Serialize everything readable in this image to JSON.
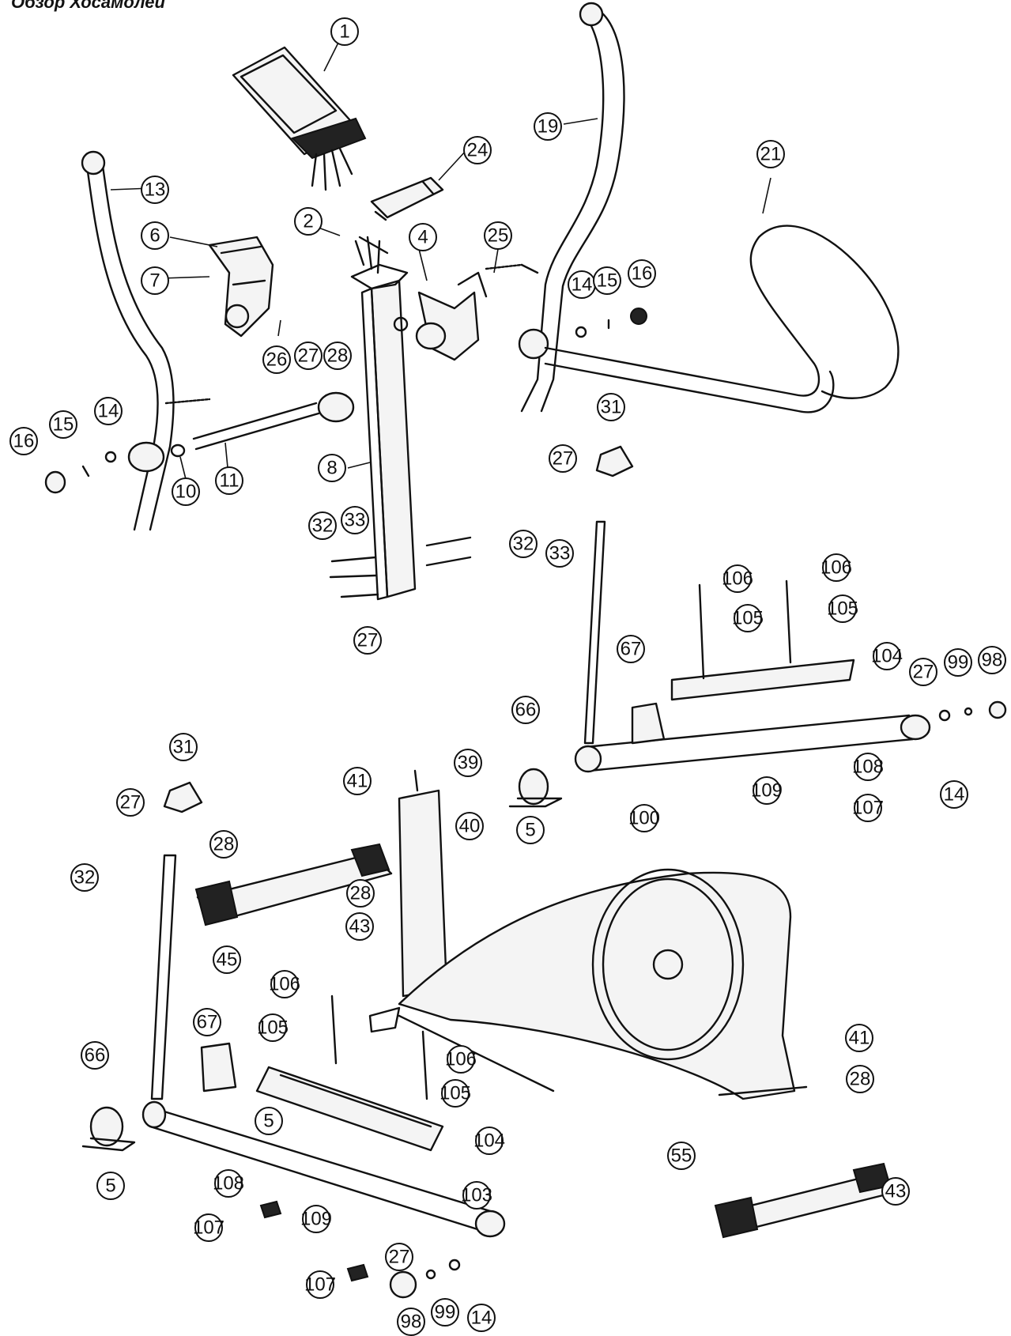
{
  "header": {
    "title": "Обзор Хосамолей"
  },
  "callouts": [
    {
      "key": "c1",
      "label": "1"
    },
    {
      "key": "c2",
      "label": "2"
    },
    {
      "key": "c4",
      "label": "4"
    },
    {
      "key": "c6",
      "label": "6"
    },
    {
      "key": "c7",
      "label": "7"
    },
    {
      "key": "c8",
      "label": "8"
    },
    {
      "key": "c10",
      "label": "10"
    },
    {
      "key": "c11",
      "label": "11"
    },
    {
      "key": "c13",
      "label": "13"
    },
    {
      "key": "c14a",
      "label": "14"
    },
    {
      "key": "c14b",
      "label": "14"
    },
    {
      "key": "c14c",
      "label": "14"
    },
    {
      "key": "c14d",
      "label": "14"
    },
    {
      "key": "c15a",
      "label": "15"
    },
    {
      "key": "c15b",
      "label": "15"
    },
    {
      "key": "c16a",
      "label": "16"
    },
    {
      "key": "c16b",
      "label": "16"
    },
    {
      "key": "c19",
      "label": "19"
    },
    {
      "key": "c21",
      "label": "21"
    },
    {
      "key": "c24",
      "label": "24"
    },
    {
      "key": "c25",
      "label": "25"
    },
    {
      "key": "c26",
      "label": "26"
    },
    {
      "key": "c27a",
      "label": "27"
    },
    {
      "key": "c27b",
      "label": "27"
    },
    {
      "key": "c27c",
      "label": "27"
    },
    {
      "key": "c27d",
      "label": "27"
    },
    {
      "key": "c27e",
      "label": "27"
    },
    {
      "key": "c27f",
      "label": "27"
    },
    {
      "key": "c28a",
      "label": "28"
    },
    {
      "key": "c28b",
      "label": "28"
    },
    {
      "key": "c28c",
      "label": "28"
    },
    {
      "key": "c28d",
      "label": "28"
    },
    {
      "key": "c31a",
      "label": "31"
    },
    {
      "key": "c31b",
      "label": "31"
    },
    {
      "key": "c32a",
      "label": "32"
    },
    {
      "key": "c32b",
      "label": "32"
    },
    {
      "key": "c32c",
      "label": "32"
    },
    {
      "key": "c33a",
      "label": "33"
    },
    {
      "key": "c33b",
      "label": "33"
    },
    {
      "key": "c39",
      "label": "39"
    },
    {
      "key": "c40",
      "label": "40"
    },
    {
      "key": "c41a",
      "label": "41"
    },
    {
      "key": "c41b",
      "label": "41"
    },
    {
      "key": "c43a",
      "label": "43"
    },
    {
      "key": "c43b",
      "label": "43"
    },
    {
      "key": "c45",
      "label": "45"
    },
    {
      "key": "c55",
      "label": "55"
    },
    {
      "key": "c5a",
      "label": "5"
    },
    {
      "key": "c5b",
      "label": "5"
    },
    {
      "key": "c5c",
      "label": "5"
    },
    {
      "key": "c66a",
      "label": "66"
    },
    {
      "key": "c66b",
      "label": "66"
    },
    {
      "key": "c67a",
      "label": "67"
    },
    {
      "key": "c67b",
      "label": "67"
    },
    {
      "key": "c98a",
      "label": "98"
    },
    {
      "key": "c98b",
      "label": "98"
    },
    {
      "key": "c99a",
      "label": "99"
    },
    {
      "key": "c99b",
      "label": "99"
    },
    {
      "key": "c100",
      "label": "100"
    },
    {
      "key": "c103",
      "label": "103"
    },
    {
      "key": "c104a",
      "label": "104"
    },
    {
      "key": "c104b",
      "label": "104"
    },
    {
      "key": "c105a",
      "label": "105"
    },
    {
      "key": "c105b",
      "label": "105"
    },
    {
      "key": "c105c",
      "label": "105"
    },
    {
      "key": "c105d",
      "label": "105"
    },
    {
      "key": "c106a",
      "label": "106"
    },
    {
      "key": "c106b",
      "label": "106"
    },
    {
      "key": "c106c",
      "label": "106"
    },
    {
      "key": "c106d",
      "label": "106"
    },
    {
      "key": "c107a",
      "label": "107"
    },
    {
      "key": "c107b",
      "label": "107"
    },
    {
      "key": "c107c",
      "label": "107"
    },
    {
      "key": "c108a",
      "label": "108"
    },
    {
      "key": "c108b",
      "label": "108"
    },
    {
      "key": "c109a",
      "label": "109"
    },
    {
      "key": "c109b",
      "label": "109"
    }
  ]
}
